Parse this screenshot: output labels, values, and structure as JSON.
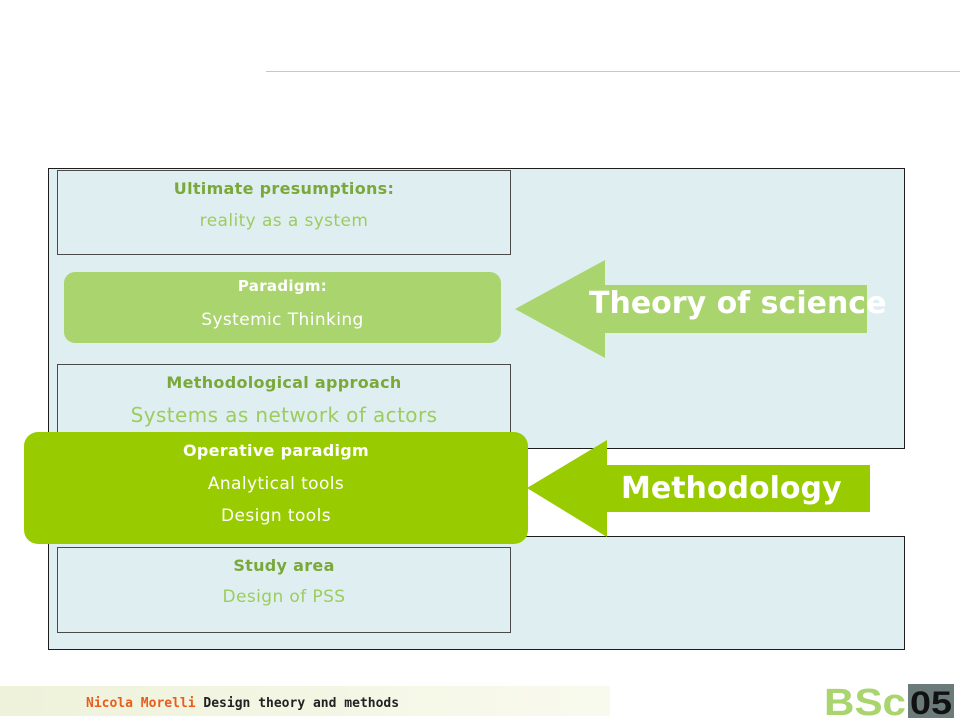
{
  "diagram": {
    "levels": [
      {
        "heading": "Ultimate presumptions:",
        "text": "reality as a system"
      },
      {
        "heading": "Paradigm:",
        "text": "Systemic Thinking"
      },
      {
        "heading": "Methodological approach",
        "text": "Systems as network of actors"
      },
      {
        "heading": "Operative paradigm",
        "lines": [
          "Analytical tools",
          "Design tools"
        ]
      },
      {
        "heading": "Study area",
        "text": "Design of PSS"
      }
    ],
    "arrows": [
      {
        "label": "Theory of science"
      },
      {
        "label": "Methodology"
      }
    ]
  },
  "footer": {
    "author": "Nicola Morelli",
    "course": "Design theory and methods"
  },
  "logo": {
    "text": "BSc",
    "number": "05"
  },
  "colors": {
    "panel_bg": "#dfeff1",
    "light_green": "#a9d46e",
    "strong_green": "#99cc00",
    "heading_green": "#7aa83a",
    "subtext_green": "#9ccc5e",
    "rule_yellow": "#e8d23a",
    "author_orange": "#e85c1c"
  }
}
